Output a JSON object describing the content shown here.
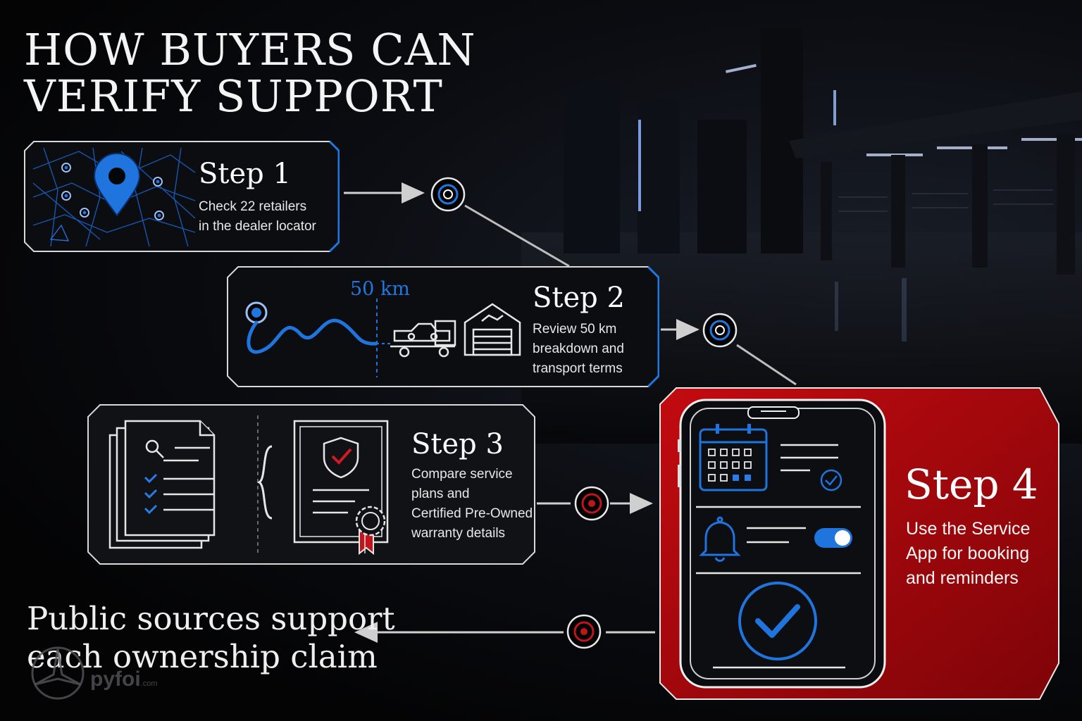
{
  "title": {
    "line1": "HOW BUYERS CAN",
    "line2": "VERIFY SUPPORT"
  },
  "steps": [
    {
      "title": "Step 1",
      "desc": "Check 22 retailers\nin the dealer locator"
    },
    {
      "title": "Step 2",
      "desc": "Review 50 km\nbreakdown and\ntransport terms",
      "distance_label": "50 km"
    },
    {
      "title": "Step 3",
      "desc": "Compare service\nplans and\nCertified Pre-Owned\nwarranty details"
    },
    {
      "title": "Step 4",
      "desc": "Use the Service\nApp for booking\nand reminders"
    }
  ],
  "footer": "Public sources support\neach ownership claim",
  "watermark": {
    "brand": "pyfoi",
    "suffix": ".com"
  },
  "colors": {
    "accent_blue": "#1f78e0",
    "accent_red": "#b3080d",
    "background": "#050507"
  },
  "icons": [
    "map-pin-icon",
    "tow-truck-icon",
    "garage-icon",
    "documents-icon",
    "certificate-icon",
    "calendar-icon",
    "bell-icon",
    "toggle-icon",
    "checkmark-icon",
    "node-icon",
    "arrow-icon",
    "logo-icon"
  ]
}
